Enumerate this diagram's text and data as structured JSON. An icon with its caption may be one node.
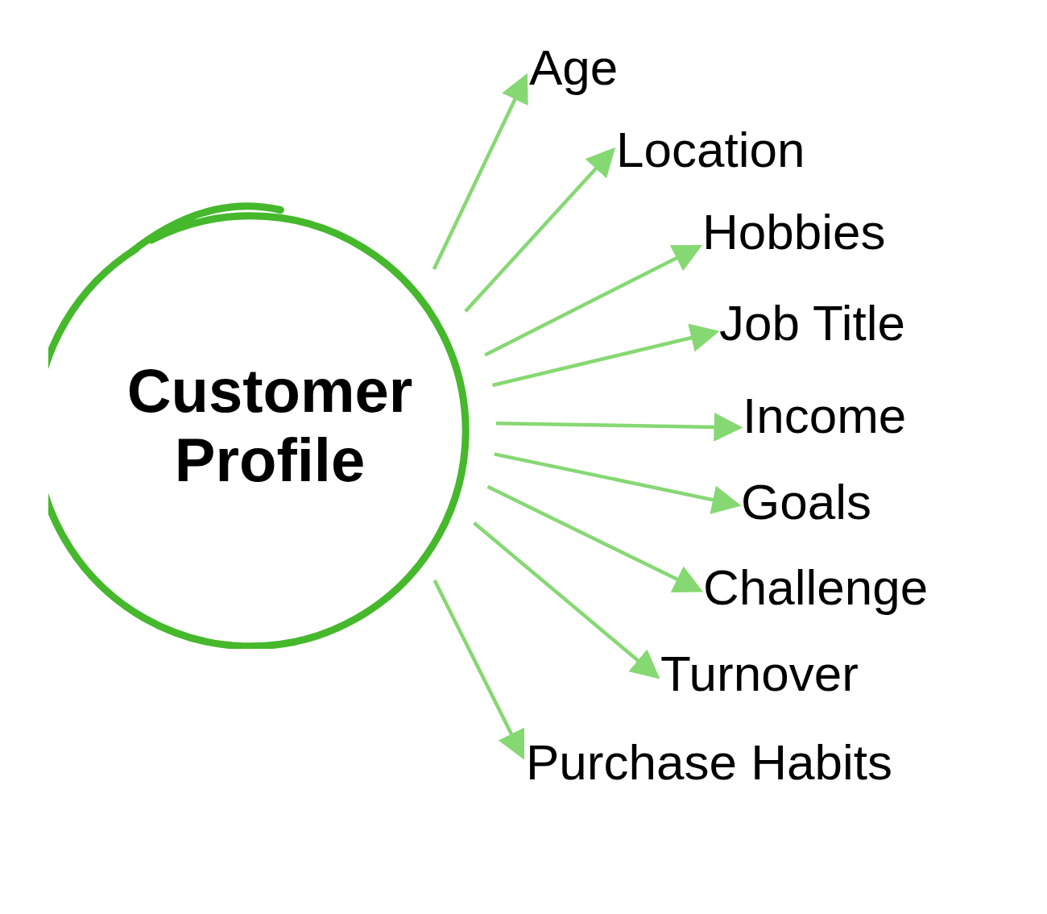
{
  "diagram": {
    "nodes": [
      {
        "text": [
          "Customer Profile"
        ]
      },
      {
        "text": [
          "Age"
        ]
      },
      {
        "text": [
          "Location"
        ]
      },
      {
        "text": [
          "Hobbies"
        ]
      },
      {
        "text": [
          "Job Title"
        ]
      },
      {
        "text": [
          "Income"
        ]
      },
      {
        "text": [
          "Goals"
        ]
      },
      {
        "text": [
          "Challenge"
        ]
      },
      {
        "text": [
          "Turnover"
        ]
      },
      {
        "text": [
          "Purchase Habits"
        ]
      }
    ],
    "edges": [
      {
        "from": 0,
        "to": 1,
        "arrow": "to"
      },
      {
        "from": 0,
        "to": 2,
        "arrow": "to"
      },
      {
        "from": 0,
        "to": 3,
        "arrow": "to"
      },
      {
        "from": 0,
        "to": 4,
        "arrow": "to"
      },
      {
        "from": 0,
        "to": 5,
        "arrow": "to"
      },
      {
        "from": 0,
        "to": 6,
        "arrow": "to"
      },
      {
        "from": 0,
        "to": 7,
        "arrow": "to"
      },
      {
        "from": 0,
        "to": 8,
        "arrow": "to"
      },
      {
        "from": 0,
        "to": 9,
        "arrow": "to"
      }
    ]
  }
}
